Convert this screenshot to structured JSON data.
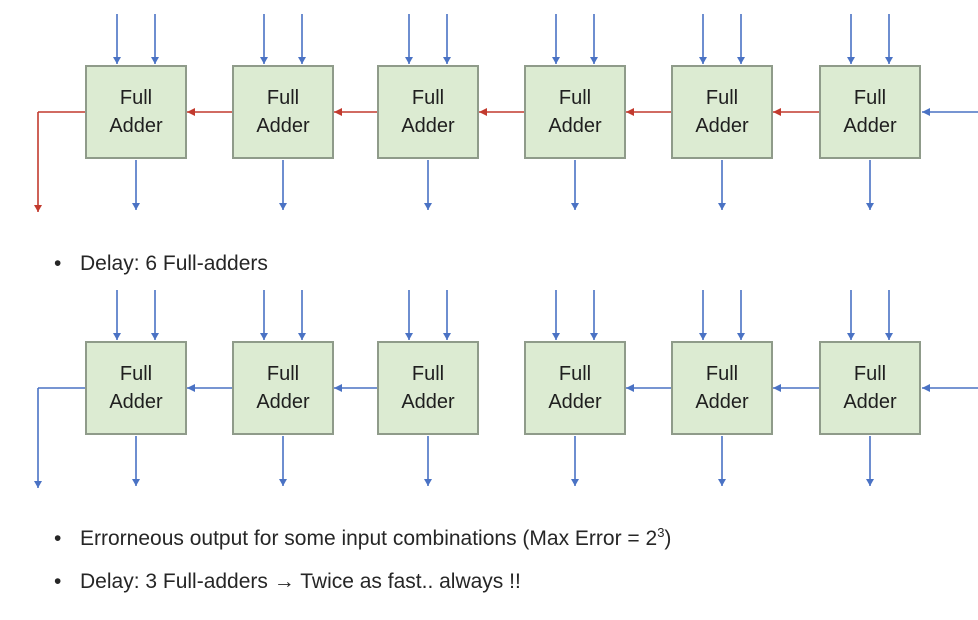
{
  "diagram": {
    "block_line1": "Full",
    "block_line2": "Adder",
    "top_row": {
      "count": 6,
      "carry_chain": "full",
      "carry_color": "#c23a2e"
    },
    "bottom_row": {
      "count": 6,
      "carry_chain": "split into two groups of 3",
      "carry_color": "#4a72c4"
    },
    "input_arrow_color": "#4a72c4"
  },
  "bullets": {
    "delay_top": "Delay:  6 Full-adders",
    "error_text_prefix": "Errorneous output for some input combinations (Max Error = 2",
    "error_exponent": "3",
    "error_text_suffix": ")",
    "delay_bottom": "Delay:  3 Full-adders",
    "arrow_symbol": "→",
    "delay_bottom_suffix": "Twice as fast.. always !!"
  }
}
